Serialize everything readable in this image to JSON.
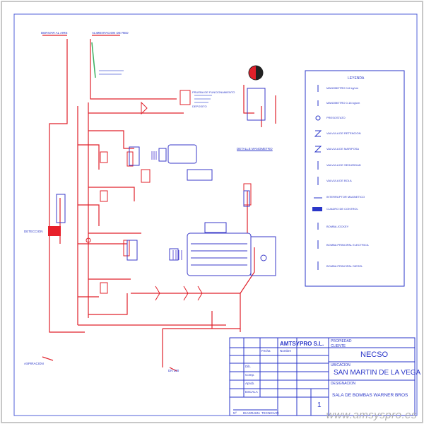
{
  "title_block": {
    "company": "AMTSYPRO S.L.",
    "header_small_1": "PROPIEDAD",
    "header_small_2": "CLIENTE",
    "client_value": "NECSO",
    "location_label": "UBICACION",
    "location_value": "SAN MARTIN DE LA VEGA",
    "designation_label": "DESIGNACION",
    "designation_value": "SALA DE BOMBAS WARNER BROS",
    "sheet_number": "1",
    "row_labels": [
      "Fecha",
      "Nombre",
      "Dib.",
      "Comp.",
      "Aprob.",
      "ESCALA"
    ],
    "bottom_left_labels": [
      "Nº",
      "DIAGRAMA",
      "TECNICIAN"
    ]
  },
  "legend": {
    "title": "LEYENDA",
    "items": [
      "MANOMETRO 0-6 kg/cm",
      "MANOMETRO 0-16 kg/cm",
      "PRESOSTATO",
      "VALVULA DE RETENCION",
      "VALVULA DE MARIPOSA",
      "VALVULA DE SEGURIDAD",
      "VALVULA DE BOLA",
      "INTERRUPTOR MAGNETICO",
      "CUADRO DE CONTROL",
      "BOMBA JOCKEY",
      "BOMBA PRINCIPAL ELECTRICA",
      "BOMBA PRINCIPAL DIESEL"
    ]
  },
  "labels": {
    "top_left": "DERIVAR AL AIRE",
    "top_mid": "ALIMENTACION DE RED",
    "tank_note": "PRUEBA DE FUNCIONAMIENTO",
    "tank_note2": "DEPOSITO",
    "detail_caption": "DETALLE MANOMETRO",
    "left_note": "DETECCION",
    "bottom_left_note": "ASPIRACION",
    "bottom_center_note": "DN 100"
  },
  "watermark": "www.amsyspro.es",
  "colors": {
    "line": "#e0202a",
    "frame": "#2a36c8",
    "equipment": "#3a3ac8",
    "text_blue": "#2a36c8"
  }
}
